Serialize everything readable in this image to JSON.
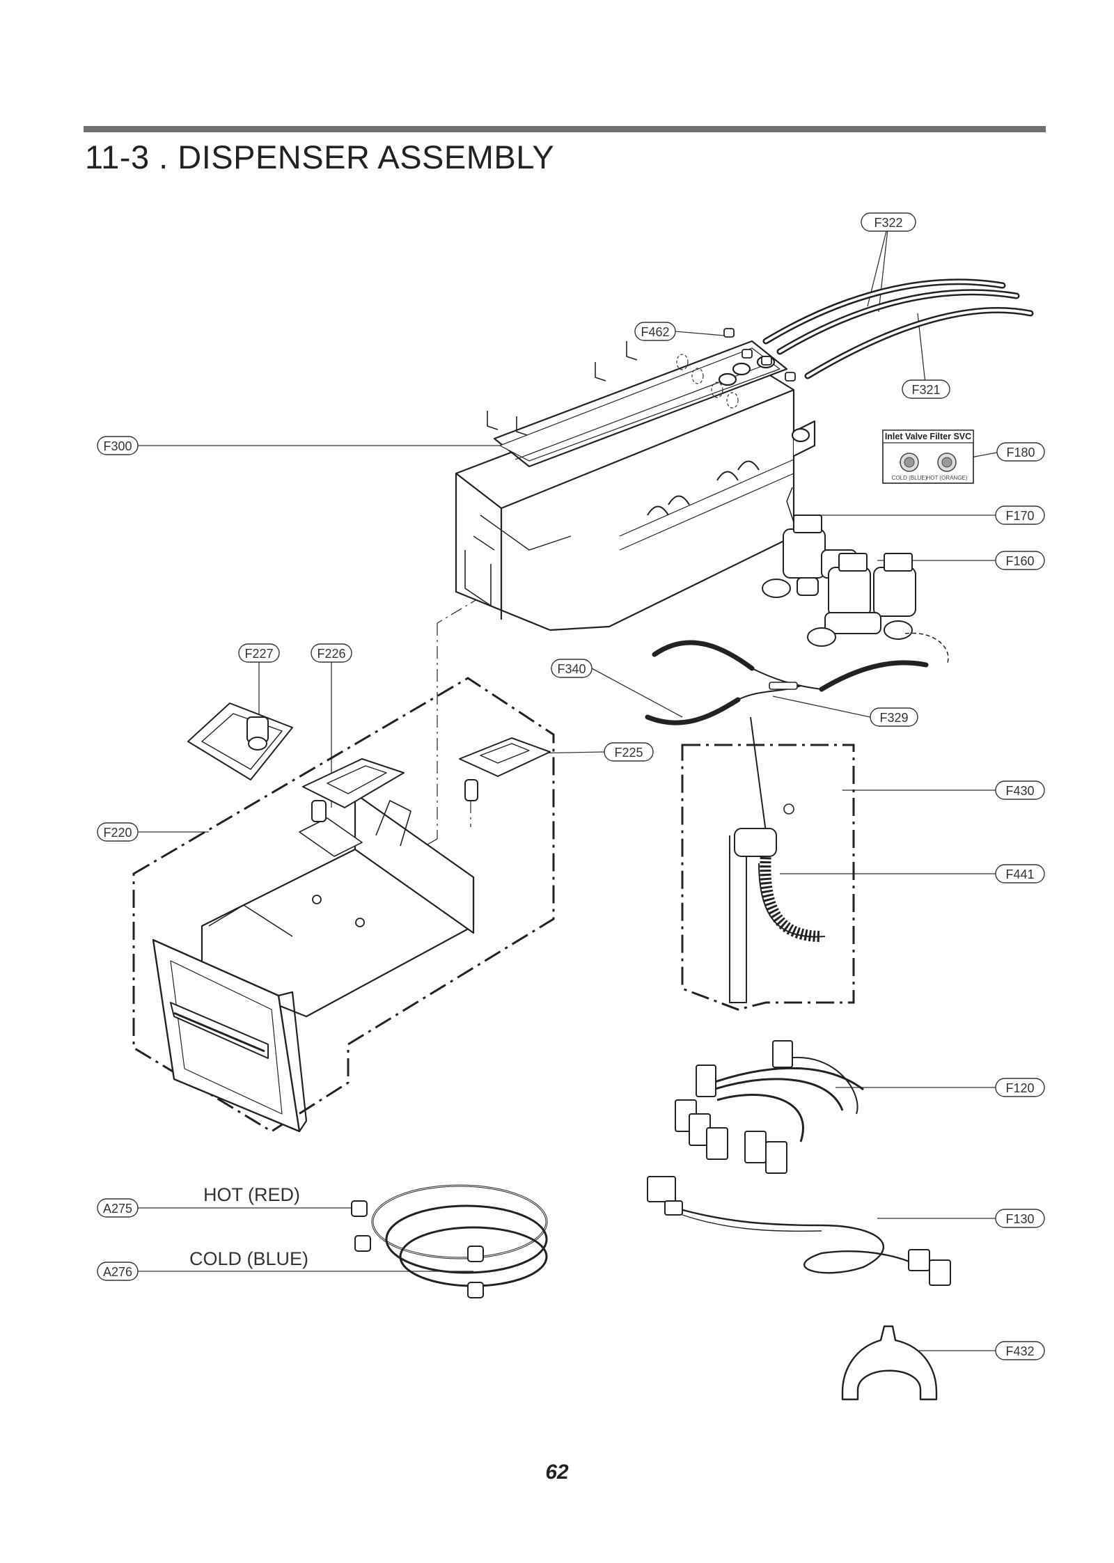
{
  "page": {
    "title": "11-3 .  DISPENSER ASSEMBLY",
    "page_number": "62"
  },
  "callouts": {
    "f322": "F322",
    "f462": "F462",
    "f321": "F321",
    "f300": "F300",
    "f180": "F180",
    "f170": "F170",
    "f160": "F160",
    "f227": "F227",
    "f226": "F226",
    "f340": "F340",
    "f329": "F329",
    "f225": "F225",
    "f430": "F430",
    "f220": "F220",
    "f441": "F441",
    "f120": "F120",
    "a275": "A275",
    "f130": "F130",
    "a276": "A276",
    "f432": "F432"
  },
  "hose_labels": {
    "hot": "HOT (RED)",
    "cold": "COLD (BLUE)"
  },
  "filter_box": {
    "title": "Inlet Valve Filter SVC",
    "cold": "COLD (BLUE)",
    "hot": "HOT (ORANGE)"
  }
}
